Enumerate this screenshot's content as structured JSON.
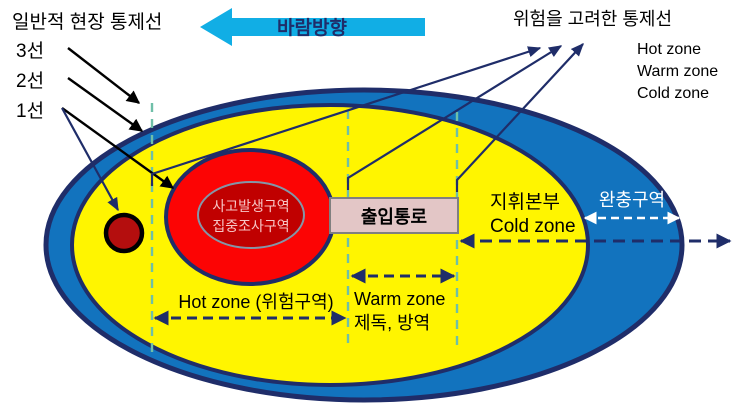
{
  "title": "Hazardous material incident zone control diagram",
  "colors": {
    "outer_ring_fill": "#1273BE",
    "outer_ring_stroke": "#1F2D69",
    "middle_fill": "#FFF500",
    "middle_stroke": "#1F2D69",
    "inner_fill": "#FC0404",
    "inner_stroke": "#1F2D69",
    "core_fill": "#C00000",
    "core_stroke": "#8496A8",
    "spot_fill": "#B40E0E",
    "spot_stroke": "#000000",
    "corridor_fill": "#E3C6C6",
    "corridor_stroke": "#808080",
    "wind_arrow": "#11AEE5",
    "wind_text": "#1F2D69",
    "dash_guide": "#6FBFA8",
    "dim_arrow": "#1F2D69",
    "label_text": "#000000",
    "core_text": "#F7C6C6",
    "background": "#FFFFFF"
  },
  "top_left": {
    "heading": "일반적 현장 통제선",
    "lines": [
      {
        "label": "3선"
      },
      {
        "label": "2선"
      },
      {
        "label": "1선"
      }
    ]
  },
  "wind": {
    "label": "바람방향",
    "icon": "left-arrow-icon"
  },
  "top_right": {
    "heading": "위험을 고려한 통제선",
    "zones": [
      {
        "label": "Hot zone"
      },
      {
        "label": "Warm zone"
      },
      {
        "label": "Cold zone"
      }
    ]
  },
  "core": {
    "line1": "사고발생구역",
    "line2": "집중조사구역"
  },
  "corridor": {
    "label": "출입통로"
  },
  "command_post": {
    "line1": "지휘본부",
    "line2": "Cold zone"
  },
  "buffer": {
    "label": "완충구역"
  },
  "dimensions": {
    "hot_zone": "Hot zone (위험구역)",
    "warm_zone_line1": "Warm zone",
    "warm_zone_line2": "제독, 방역"
  }
}
